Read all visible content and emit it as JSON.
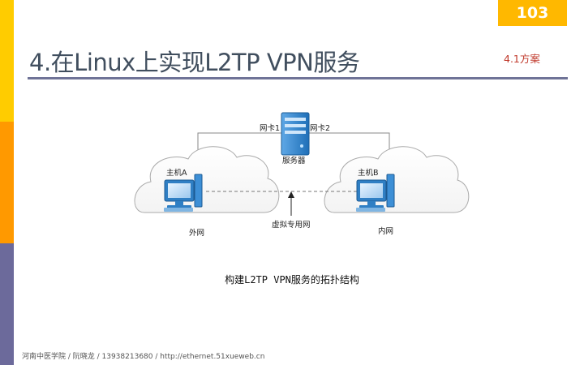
{
  "slide": {
    "page_number": "103",
    "title": "4.在Linux上实现L2TP VPN服务",
    "section_note": "4.1方案",
    "caption": "构建L2TP VPN服务的拓扑结构",
    "footer": "河南中医学院 / 阮晓龙 / 13938213680 / http://ethernet.51xueweb.cn"
  },
  "diagram": {
    "nic1_label": "网卡1",
    "nic2_label": "网卡2",
    "server_label": "服务器",
    "host_a_label": "主机A",
    "host_b_label": "主机B",
    "vpn_label": "虚拟专用网",
    "left_cloud_label": "外网",
    "right_cloud_label": "内网"
  },
  "colors": {
    "bar_yellow": "#ffcc00",
    "bar_orange": "#ff9900",
    "bar_purple": "#6c6a9b",
    "page_badge": "#ffb800",
    "title_text": "#404e5e",
    "note_red": "#c0392b",
    "device_blue": "#2f7fc4"
  }
}
